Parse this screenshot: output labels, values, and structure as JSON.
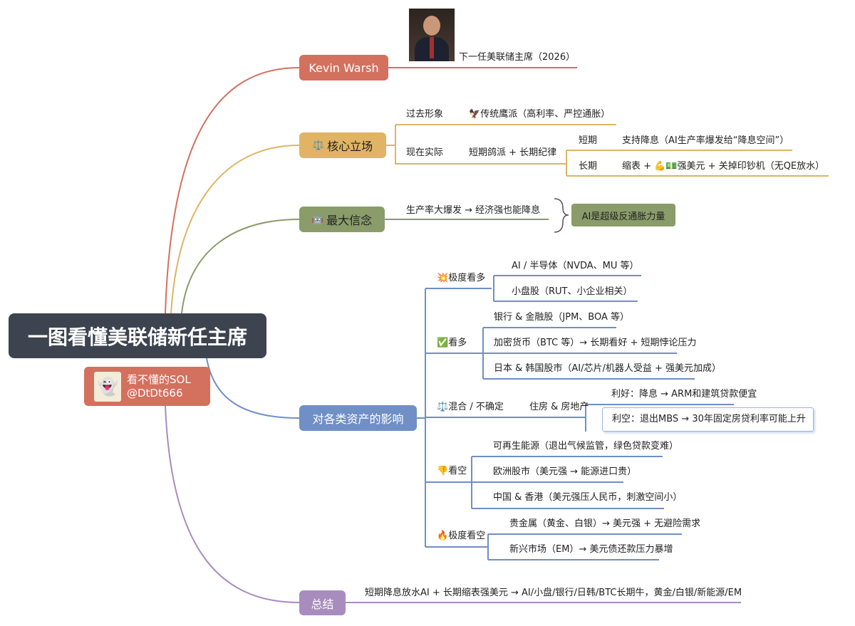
{
  "center": {
    "title": "一图看懂美联储新任主席"
  },
  "author": {
    "name": "看不懂的SOL",
    "handle": "@DtDt666"
  },
  "colors": {
    "center": "#3d4450",
    "kevin": "#d4705e",
    "core": "#e0b464",
    "belief": "#8a9c6a",
    "assets": "#6f8fc6",
    "summary": "#a88cbe"
  },
  "kevin": {
    "label": "Kevin Warsh",
    "caption": "下一任美联储主席（2026）"
  },
  "core": {
    "label": "核心立场",
    "icon": "scales-icon",
    "past": {
      "label": "过去形象",
      "value": "传统鹰派（高利率、严控通胀）",
      "icon": "hawk-icon"
    },
    "now": {
      "label": "现在实际",
      "value": "短期鸽派 + 长期纪律",
      "short": {
        "label": "短期",
        "value": "支持降息（AI生产率爆发给“降息空间”）"
      },
      "long": {
        "label": "长期",
        "value_a": "缩表 +",
        "value_b": "强美元 + 关掉印钞机（无QE放水）"
      }
    }
  },
  "belief": {
    "label": "最大信念",
    "icon": "robot-icon",
    "text": "生产率大爆发 → 经济强也能降息",
    "conclusion": "AI是超级反通胀力量"
  },
  "assets": {
    "label": "对各类资产的影响",
    "groups": [
      {
        "label": "极度看多",
        "icon": "sparkle-icon",
        "items": [
          "AI / 半导体（NVDA、MU 等）",
          "小盘股（RUT、小企业相关）"
        ]
      },
      {
        "label": "看多",
        "icon": "check-icon",
        "items": [
          "银行 & 金融股（JPM、BOA 等）",
          "加密货币（BTC 等）→ 长期看好 + 短期悖论压力",
          "日本 & 韩国股市（AI/芯片/机器人受益 + 强美元加成）"
        ]
      },
      {
        "label": "混合 / 不确定",
        "icon": "scales-icon",
        "sub": "住房 & 房地产",
        "items": [
          "利好：降息 → ARM和建筑贷款便宜",
          "利空：退出MBS → 30年固定房贷利率可能上升"
        ]
      },
      {
        "label": "看空",
        "icon": "thumbs-down-icon",
        "items": [
          "可再生能源（退出气候监管，绿色贷款变难）",
          "欧洲股市（美元强 → 能源进口贵）",
          "中国 & 香港（美元强压人民币，刺激空间小）"
        ]
      },
      {
        "label": "极度看空",
        "icon": "fire-icon",
        "items": [
          "贵金属（黄金、白银）→ 美元强 + 无避险需求",
          "新兴市场（EM）→ 美元债还款压力暴增"
        ]
      }
    ]
  },
  "summary": {
    "label": "总结",
    "text": "短期降息放水AI + 长期缩表强美元 → AI/小盘/银行/日韩/BTC长期牛，黄金/白银/新能源/EM"
  }
}
